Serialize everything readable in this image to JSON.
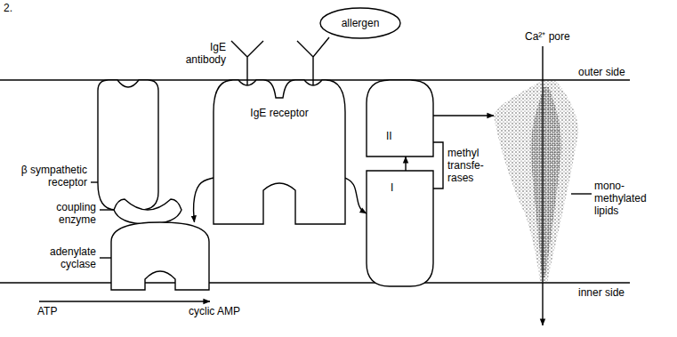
{
  "diagram": {
    "nodes": [
      {
        "text": [
          "allergen"
        ]
      },
      {
        "text": [
          "β sympathetic receptor"
        ]
      },
      {
        "text": [
          "coupling enzyme"
        ]
      },
      {
        "text": [
          "adenylate cyclase"
        ]
      },
      {
        "text": [
          "IgE receptor"
        ]
      },
      {
        "text": [
          "II"
        ]
      },
      {
        "text": [
          "I"
        ]
      },
      {
        "text": [
          "mono- methylated lipids"
        ]
      }
    ],
    "edges": [
      {
        "from": 4,
        "to": 3,
        "arrow": "to"
      },
      {
        "from": 4,
        "to": 6,
        "arrow": "to"
      },
      {
        "from": 6,
        "to": 5,
        "arrow": "to"
      },
      {
        "from": 5,
        "to": 7,
        "arrow": "to"
      }
    ],
    "labels": [
      "2.",
      "IgE antibody",
      "Ca²⁺ pore",
      "outer side",
      "inner side",
      "methyl transfe- rases",
      "ATP",
      "cyclic AMP"
    ]
  }
}
